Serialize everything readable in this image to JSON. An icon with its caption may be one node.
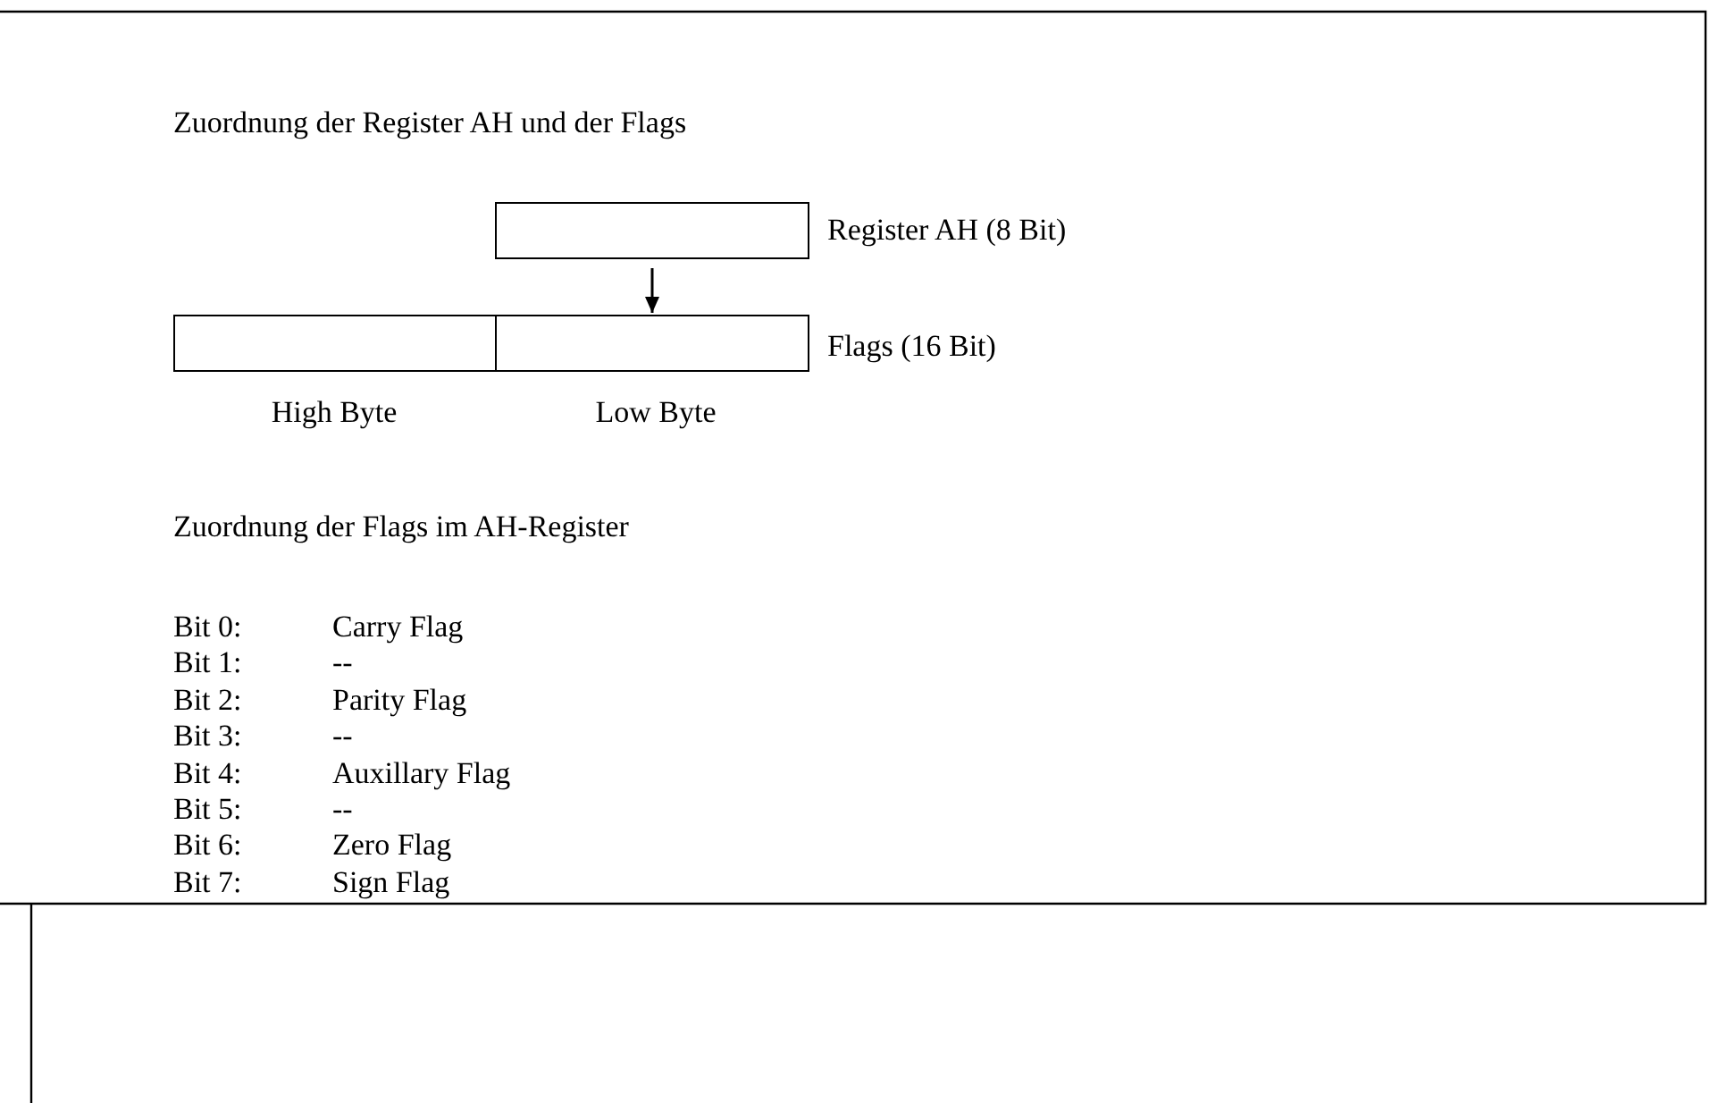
{
  "diagram": {
    "title": "Zuordnung der Register AH und der Flags",
    "nodes": [
      {
        "text": [],
        "shape": "box",
        "beside": [
          "Register AH (8 Bit)"
        ]
      },
      {
        "text": [],
        "shape": "box",
        "beside": [
          "High Byte"
        ]
      },
      {
        "text": [],
        "shape": "box",
        "beside": [
          "Low Byte"
        ]
      }
    ],
    "edges": [
      {
        "from": 0,
        "to": 2,
        "arrow": "to"
      }
    ],
    "labels": [
      "Flags (16 Bit)",
      "Zuordnung der Flags im AH-Register",
      "Bit 0:",
      "Carry Flag",
      "Bit 1:",
      "--",
      "Bit 2:",
      "Parity Flag",
      "Bit 3:",
      "--",
      "Bit 4:",
      "Auxillary Flag",
      "Bit 5:",
      "--",
      "Bit 6:",
      "Zero Flag",
      "Bit 7:",
      "Sign Flag"
    ]
  }
}
